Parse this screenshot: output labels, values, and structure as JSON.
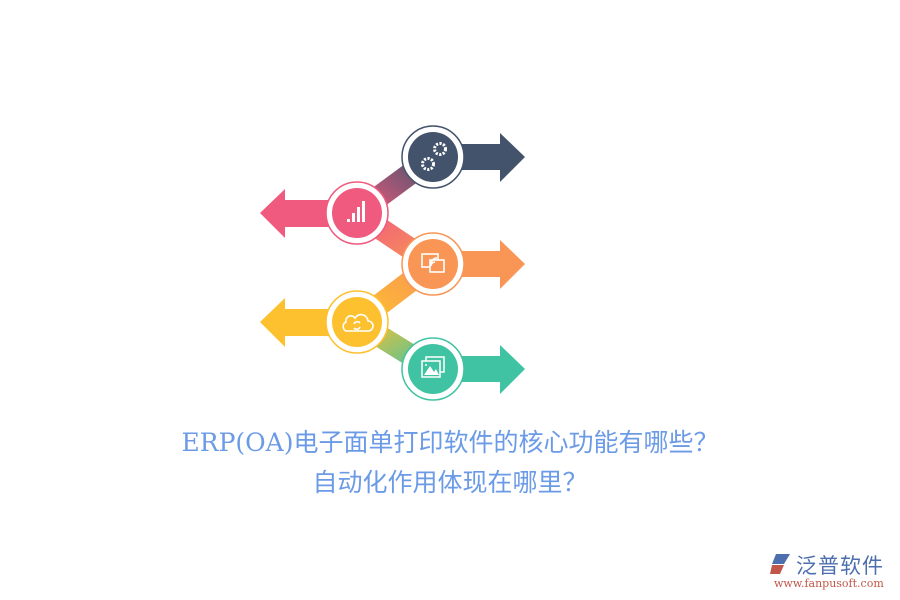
{
  "title": {
    "line1": "ERP(OA)电子面单打印软件的核心功能有哪些？",
    "line2": "自动化作用体现在哪里？"
  },
  "infographic": {
    "steps": [
      {
        "icon": "gears-icon",
        "direction": "right",
        "color": "#43536b"
      },
      {
        "icon": "bar-chart-icon",
        "direction": "left",
        "color": "#ef5a7e"
      },
      {
        "icon": "screen-cast-icon",
        "direction": "right",
        "color": "#f99555"
      },
      {
        "icon": "cloud-sync-icon",
        "direction": "left",
        "color": "#fdc12f"
      },
      {
        "icon": "image-gallery-icon",
        "direction": "right",
        "color": "#40c3a3"
      }
    ]
  },
  "logo": {
    "name": "泛普软件",
    "url": "www.fanpusoft.com",
    "icon": "fanpu-logo-icon"
  },
  "colors": {
    "title": "#6b9be6",
    "navy": "#43536b",
    "pink": "#ef5a7e",
    "orange": "#f99555",
    "yellow": "#fdc12f",
    "teal": "#40c3a3"
  }
}
